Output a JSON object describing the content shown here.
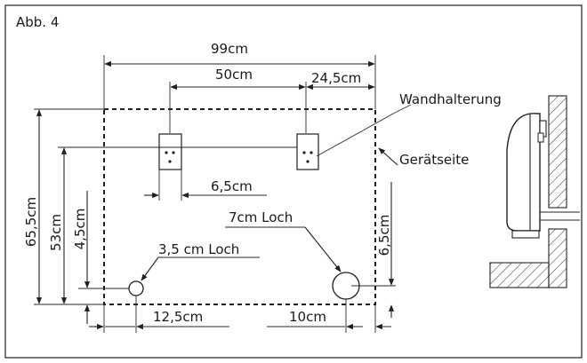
{
  "figure": {
    "label": "Abb. 4"
  },
  "dimensions": {
    "total_width": "99cm",
    "bracket_spacing": "50cm",
    "right_offset": "24,5cm",
    "bracket_width": "6,5cm",
    "left_hole_offset": "12,5cm",
    "right_hole_offset": "10cm",
    "total_height": "65,5cm",
    "bracket_height": "53cm",
    "left_hole_height": "4,5cm",
    "right_hole_height": "6,5cm"
  },
  "labels": {
    "wall_bracket": "Wandhalterung",
    "device_side": "Gerätseite",
    "hole_large": "7cm Loch",
    "hole_small": "3,5 cm Loch"
  }
}
